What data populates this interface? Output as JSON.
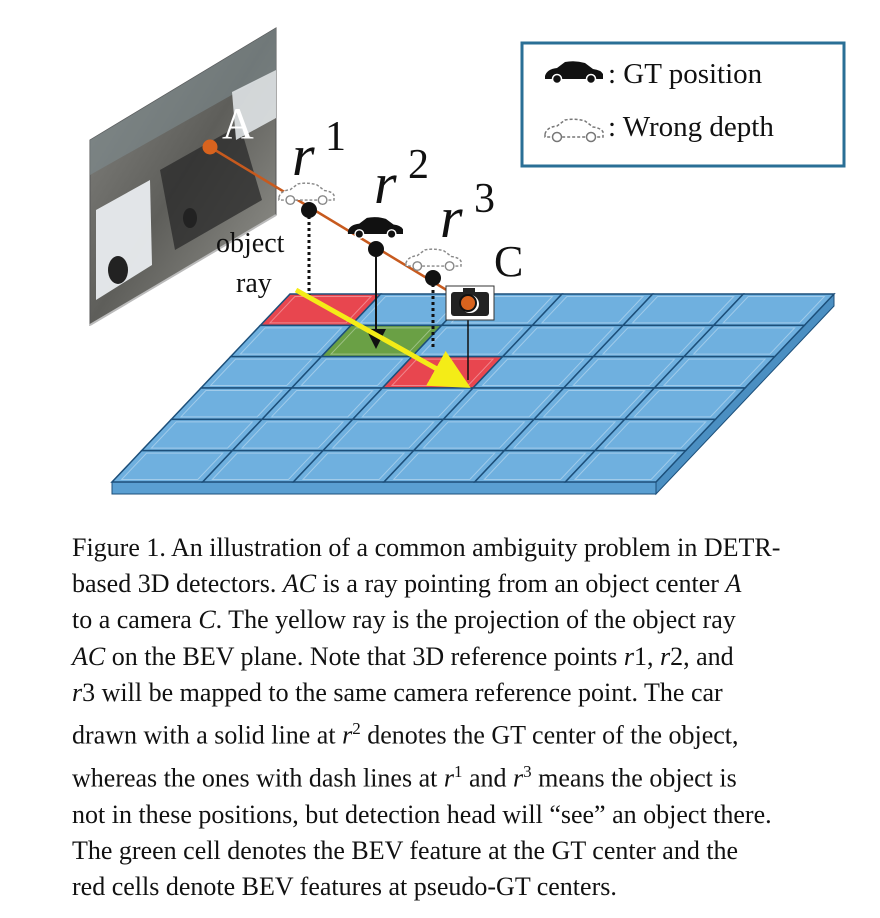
{
  "legend": {
    "gt_label": ": GT position",
    "wrong_label": ": Wrong depth"
  },
  "figure": {
    "point_a": "A",
    "point_c": "C",
    "r1_base": "r",
    "r1_sup": "1",
    "r2_base": "r",
    "r2_sup": "2",
    "r3_base": "r",
    "r3_sup": "3",
    "object_label": "object",
    "ray_label": "ray"
  },
  "colors": {
    "grid_blue": "#6fb0df",
    "grid_edge": "#1c4f7a",
    "red_cell": "#e8464f",
    "green_cell": "#6aa045",
    "yellow_ray": "#f4ec17",
    "object_ray": "#c75a1e"
  },
  "caption": {
    "line1": "Figure 1. An illustration of a common ambiguity problem in DETR-",
    "line2a": "based 3D detectors. ",
    "line2b": "AC",
    "line2c": " is a ray pointing from an object center ",
    "line2d": "A",
    "line3a": "to a camera ",
    "line3b": "C",
    "line3c": ". The yellow ray is the projection of the object ray",
    "line4a": "AC",
    "line4b": " on the BEV plane. Note that 3D reference points ",
    "line4c": "r",
    "line4d": "1, ",
    "line4e": "r",
    "line4f": "2, and",
    "line5a": "r",
    "line5b": "3 will be mapped to the same camera reference point. The car",
    "line6a": "drawn with a solid line at ",
    "line6b": "r",
    "line6c": "2",
    "line6d": " denotes the GT center of the object,",
    "line7a": "whereas the ones with dash lines at ",
    "line7b": "r",
    "line7c": "1",
    "line7d": " and ",
    "line7e": "r",
    "line7f": "3",
    "line7g": " means the object is",
    "line8": "not in these positions, but detection head will “see” an object there.",
    "line9": "The green cell denotes the BEV feature at the GT center and the",
    "line10": "red cells denote BEV features at pseudo-GT centers."
  }
}
